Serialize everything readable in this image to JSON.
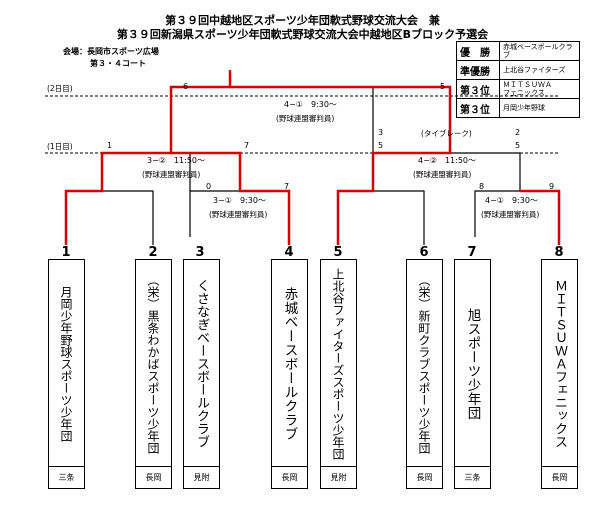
{
  "header": {
    "title_line1": "第３９回中越地区スポーツ少年団軟式野球交流大会　兼",
    "title_line2": "第３９回新潟県スポーツ少年団軟式野球交流大会中越地区Bブロック予選会"
  },
  "venue": {
    "label": "会場：長岡市スポーツ広場",
    "court": "第３・４コート"
  },
  "results": [
    {
      "rank": "優　勝",
      "team": "赤城ベースボールクラブ"
    },
    {
      "rank": "準優勝",
      "team": "上北谷ファイターズ"
    },
    {
      "rank": "第３位",
      "team": "ＭＩＴＳＵＷＡ\nフェニックス"
    },
    {
      "rank": "第３位",
      "team": "月岡少年野球"
    }
  ],
  "days": {
    "day1": "(1日目)",
    "day2": "(2日目)"
  },
  "matches": {
    "final": {
      "id": "4−①　9:30〜",
      "referee": "(野球連盟審判員)"
    },
    "semi_left": {
      "id": "3−②　11:50〜",
      "referee": "(野球連盟審判員)"
    },
    "qf_left": {
      "id": "3−①　9:30〜",
      "referee": "(野球連盟審判員)"
    },
    "semi_right": {
      "id": "4−②　11:50〜",
      "referee": "(野球連盟審判員)"
    },
    "qf_right": {
      "id": "4−①　9:30〜",
      "referee": "(野球連盟審判員)"
    },
    "tiebreak": "(タイブレーク)"
  },
  "scores": {
    "final_left": "6",
    "final_right": "5",
    "semi_left_a": "1",
    "semi_left_b": "7",
    "qf_left_a": "0",
    "qf_left_b": "7",
    "semi_right_a": "5",
    "semi_right_b": "5",
    "semi_right_pk_a": "3",
    "semi_right_pk_b": "2",
    "qf_right_a": "8",
    "qf_right_b": "9"
  },
  "teams": [
    {
      "no": "1",
      "name": "月岡少年野球スポーツ少年団",
      "city": "三条"
    },
    {
      "no": "2",
      "name": "（栄）黒条わかばスポーツ少年団",
      "city": "長岡"
    },
    {
      "no": "3",
      "name": "くさなぎベースボールクラブ",
      "city": "見附"
    },
    {
      "no": "4",
      "name": "赤城ベースボールクラブ",
      "city": "長岡"
    },
    {
      "no": "5",
      "name": "上北谷ファイターズスポーツ少年団",
      "city": "見附"
    },
    {
      "no": "6",
      "name": "（栄）新町クラブスポーツ少年団",
      "city": "長岡"
    },
    {
      "no": "7",
      "name": "旭スポーツ少年団",
      "city": "三条"
    },
    {
      "no": "8",
      "name": "ＭＩＴＳＵＷＡフェニックス",
      "city": "長岡"
    }
  ],
  "colors": {
    "winner_line": "#d40000",
    "line": "#000000"
  }
}
